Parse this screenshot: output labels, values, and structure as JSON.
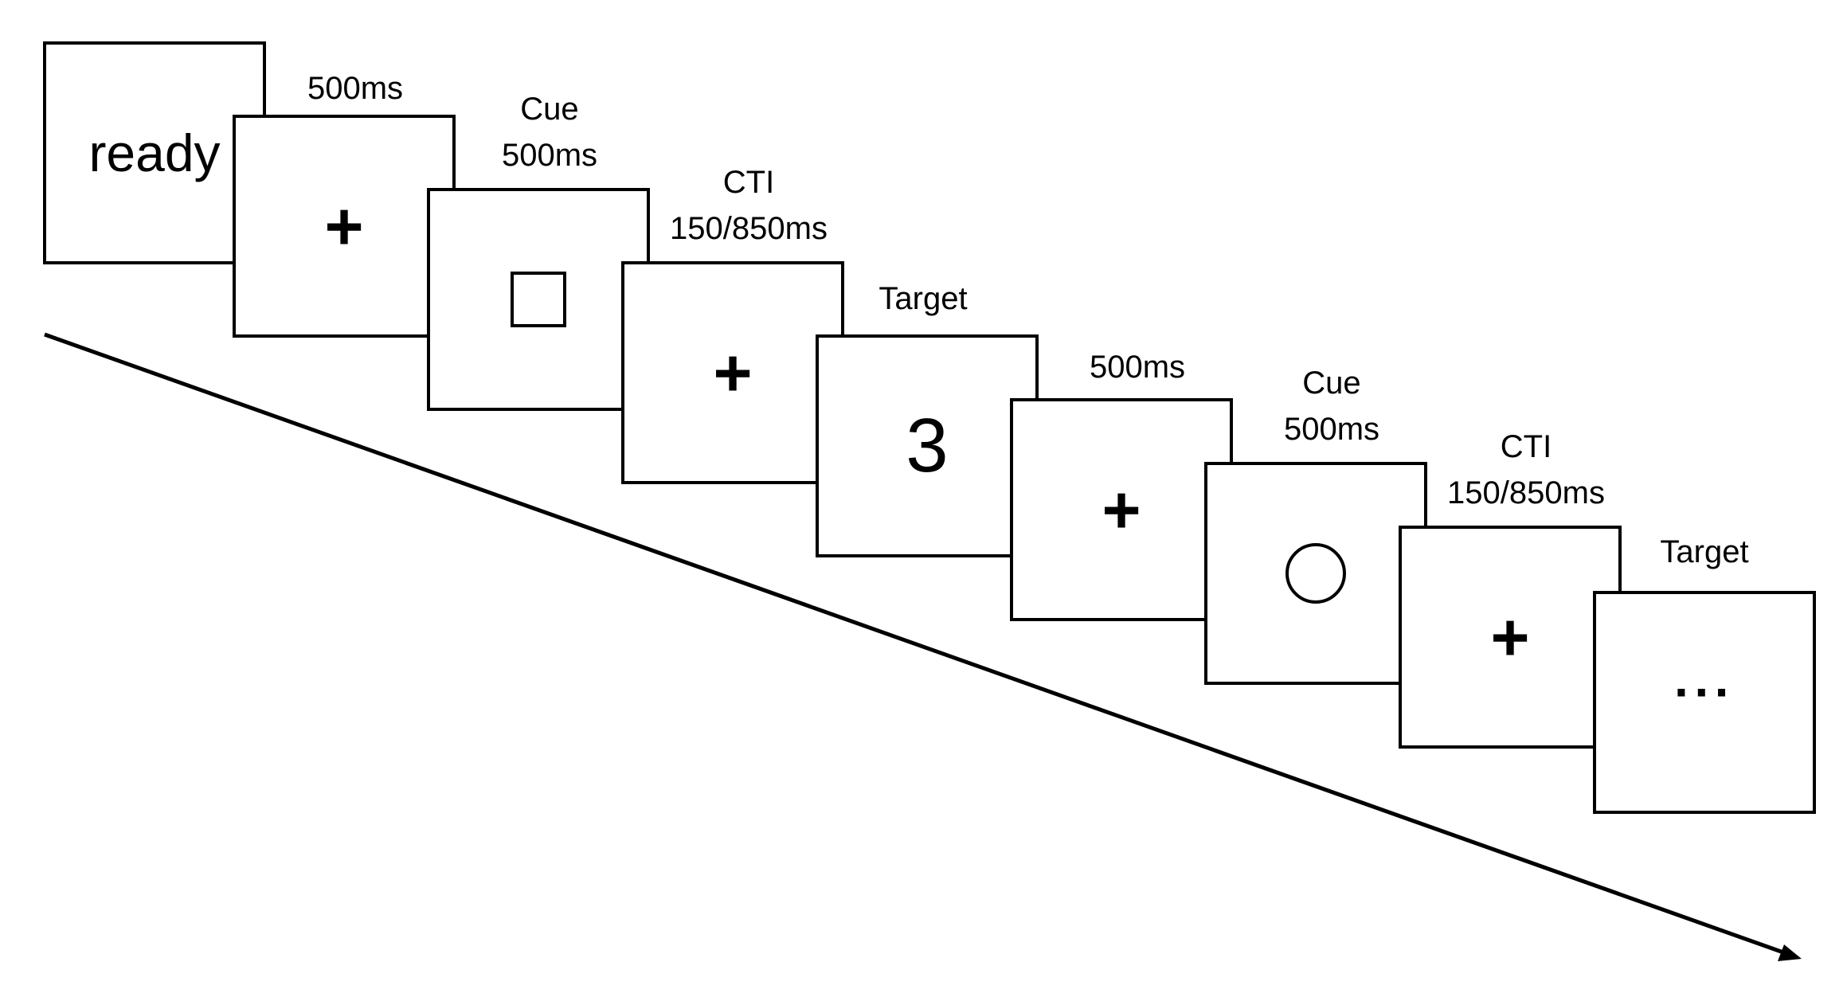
{
  "frames": [
    {
      "id": "ready",
      "text": "ready"
    },
    {
      "id": "fixation1",
      "text": "+"
    },
    {
      "id": "cue-square",
      "shape": "square"
    },
    {
      "id": "fixation2",
      "text": "+"
    },
    {
      "id": "target-digit",
      "text": "3"
    },
    {
      "id": "fixation3",
      "text": "+"
    },
    {
      "id": "cue-circle",
      "shape": "circle"
    },
    {
      "id": "fixation4",
      "text": "+"
    },
    {
      "id": "target-ellipsis",
      "text": "···"
    }
  ],
  "labels": [
    {
      "line1": "500ms"
    },
    {
      "line1": "Cue",
      "line2": "500ms"
    },
    {
      "line1": "CTI",
      "line2": "150/850ms"
    },
    {
      "line1": "Target"
    },
    {
      "line1": "500ms"
    },
    {
      "line1": "Cue",
      "line2": "500ms"
    },
    {
      "line1": "CTI",
      "line2": "150/850ms"
    },
    {
      "line1": "Target"
    }
  ],
  "colors": {
    "stroke": "#000000",
    "background": "#ffffff"
  },
  "icons": {
    "timeline": "time-arrow-icon"
  }
}
